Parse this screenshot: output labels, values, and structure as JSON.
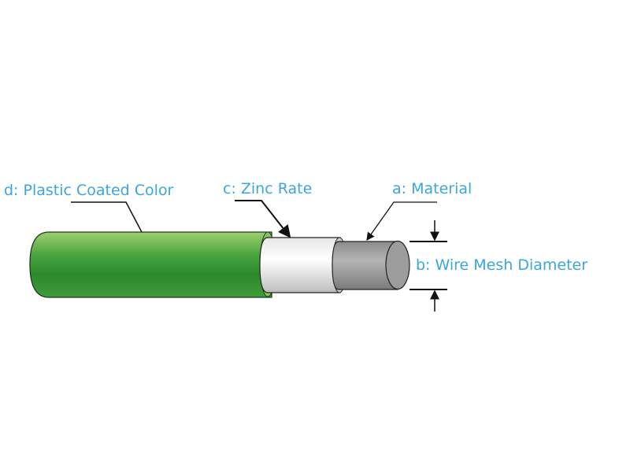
{
  "labels": {
    "d": "d: Plastic Coated Color",
    "c": "c: Zinc Rate",
    "a": "a: Material",
    "b": "b: Wire Mesh Diameter"
  },
  "colors": {
    "label": "#3ba6dd",
    "coating": "#3f9a3a",
    "zinc": "#f2f2f2",
    "core": "#9a9a9a"
  }
}
